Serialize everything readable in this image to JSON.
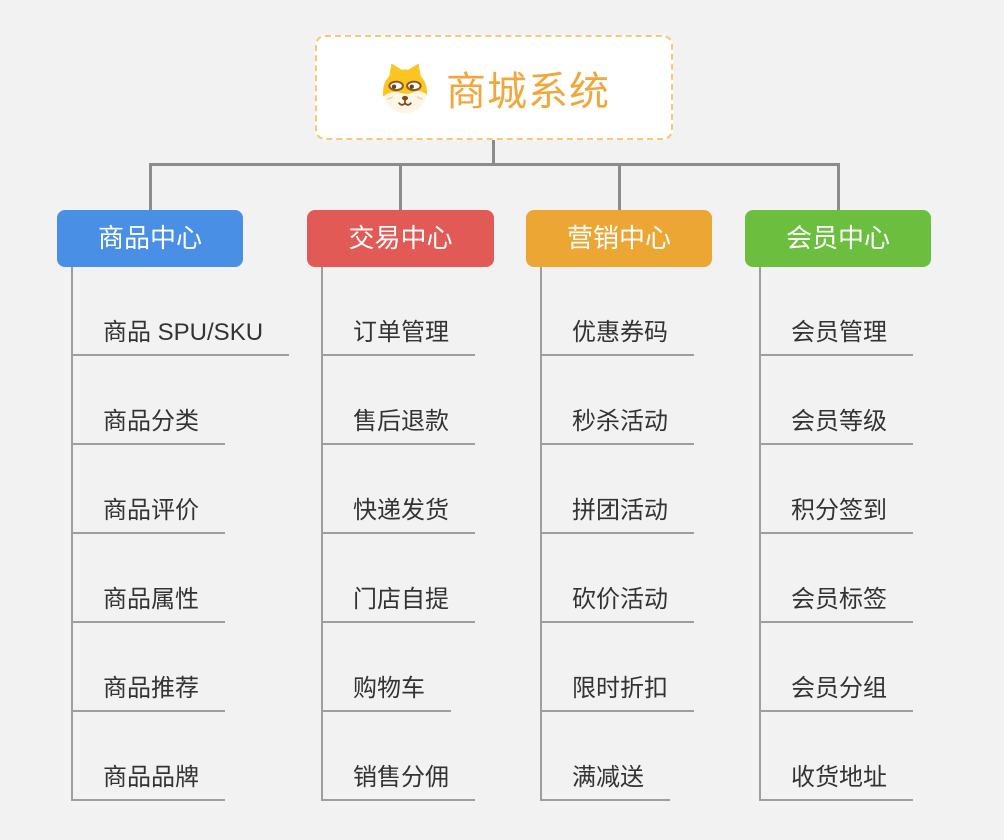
{
  "page": {
    "background": "#f2f2f2"
  },
  "lines": {
    "connector_color": "#8c8c8c",
    "leaf_line_color": "#9e9e9e"
  },
  "root": {
    "label": "商城系统",
    "text_color": "#f0a73b",
    "border_color": "#f6c877",
    "icon": "dog-face-icon"
  },
  "tree": {
    "branches": [
      {
        "label": "商品中心",
        "color": "#4a8fe6",
        "items": [
          "商品 SPU/SKU",
          "商品分类",
          "商品评价",
          "商品属性",
          "商品推荐",
          "商品品牌"
        ]
      },
      {
        "label": "交易中心",
        "color": "#e25a55",
        "items": [
          "订单管理",
          "售后退款",
          "快递发货",
          "门店自提",
          "购物车",
          "销售分佣"
        ]
      },
      {
        "label": "营销中心",
        "color": "#eba633",
        "items": [
          "优惠券码",
          "秒杀活动",
          "拼团活动",
          "砍价活动",
          "限时折扣",
          "满减送"
        ]
      },
      {
        "label": "会员中心",
        "color": "#6cbe3f",
        "items": [
          "会员管理",
          "会员等级",
          "积分签到",
          "会员标签",
          "会员分组",
          "收货地址"
        ]
      }
    ]
  }
}
